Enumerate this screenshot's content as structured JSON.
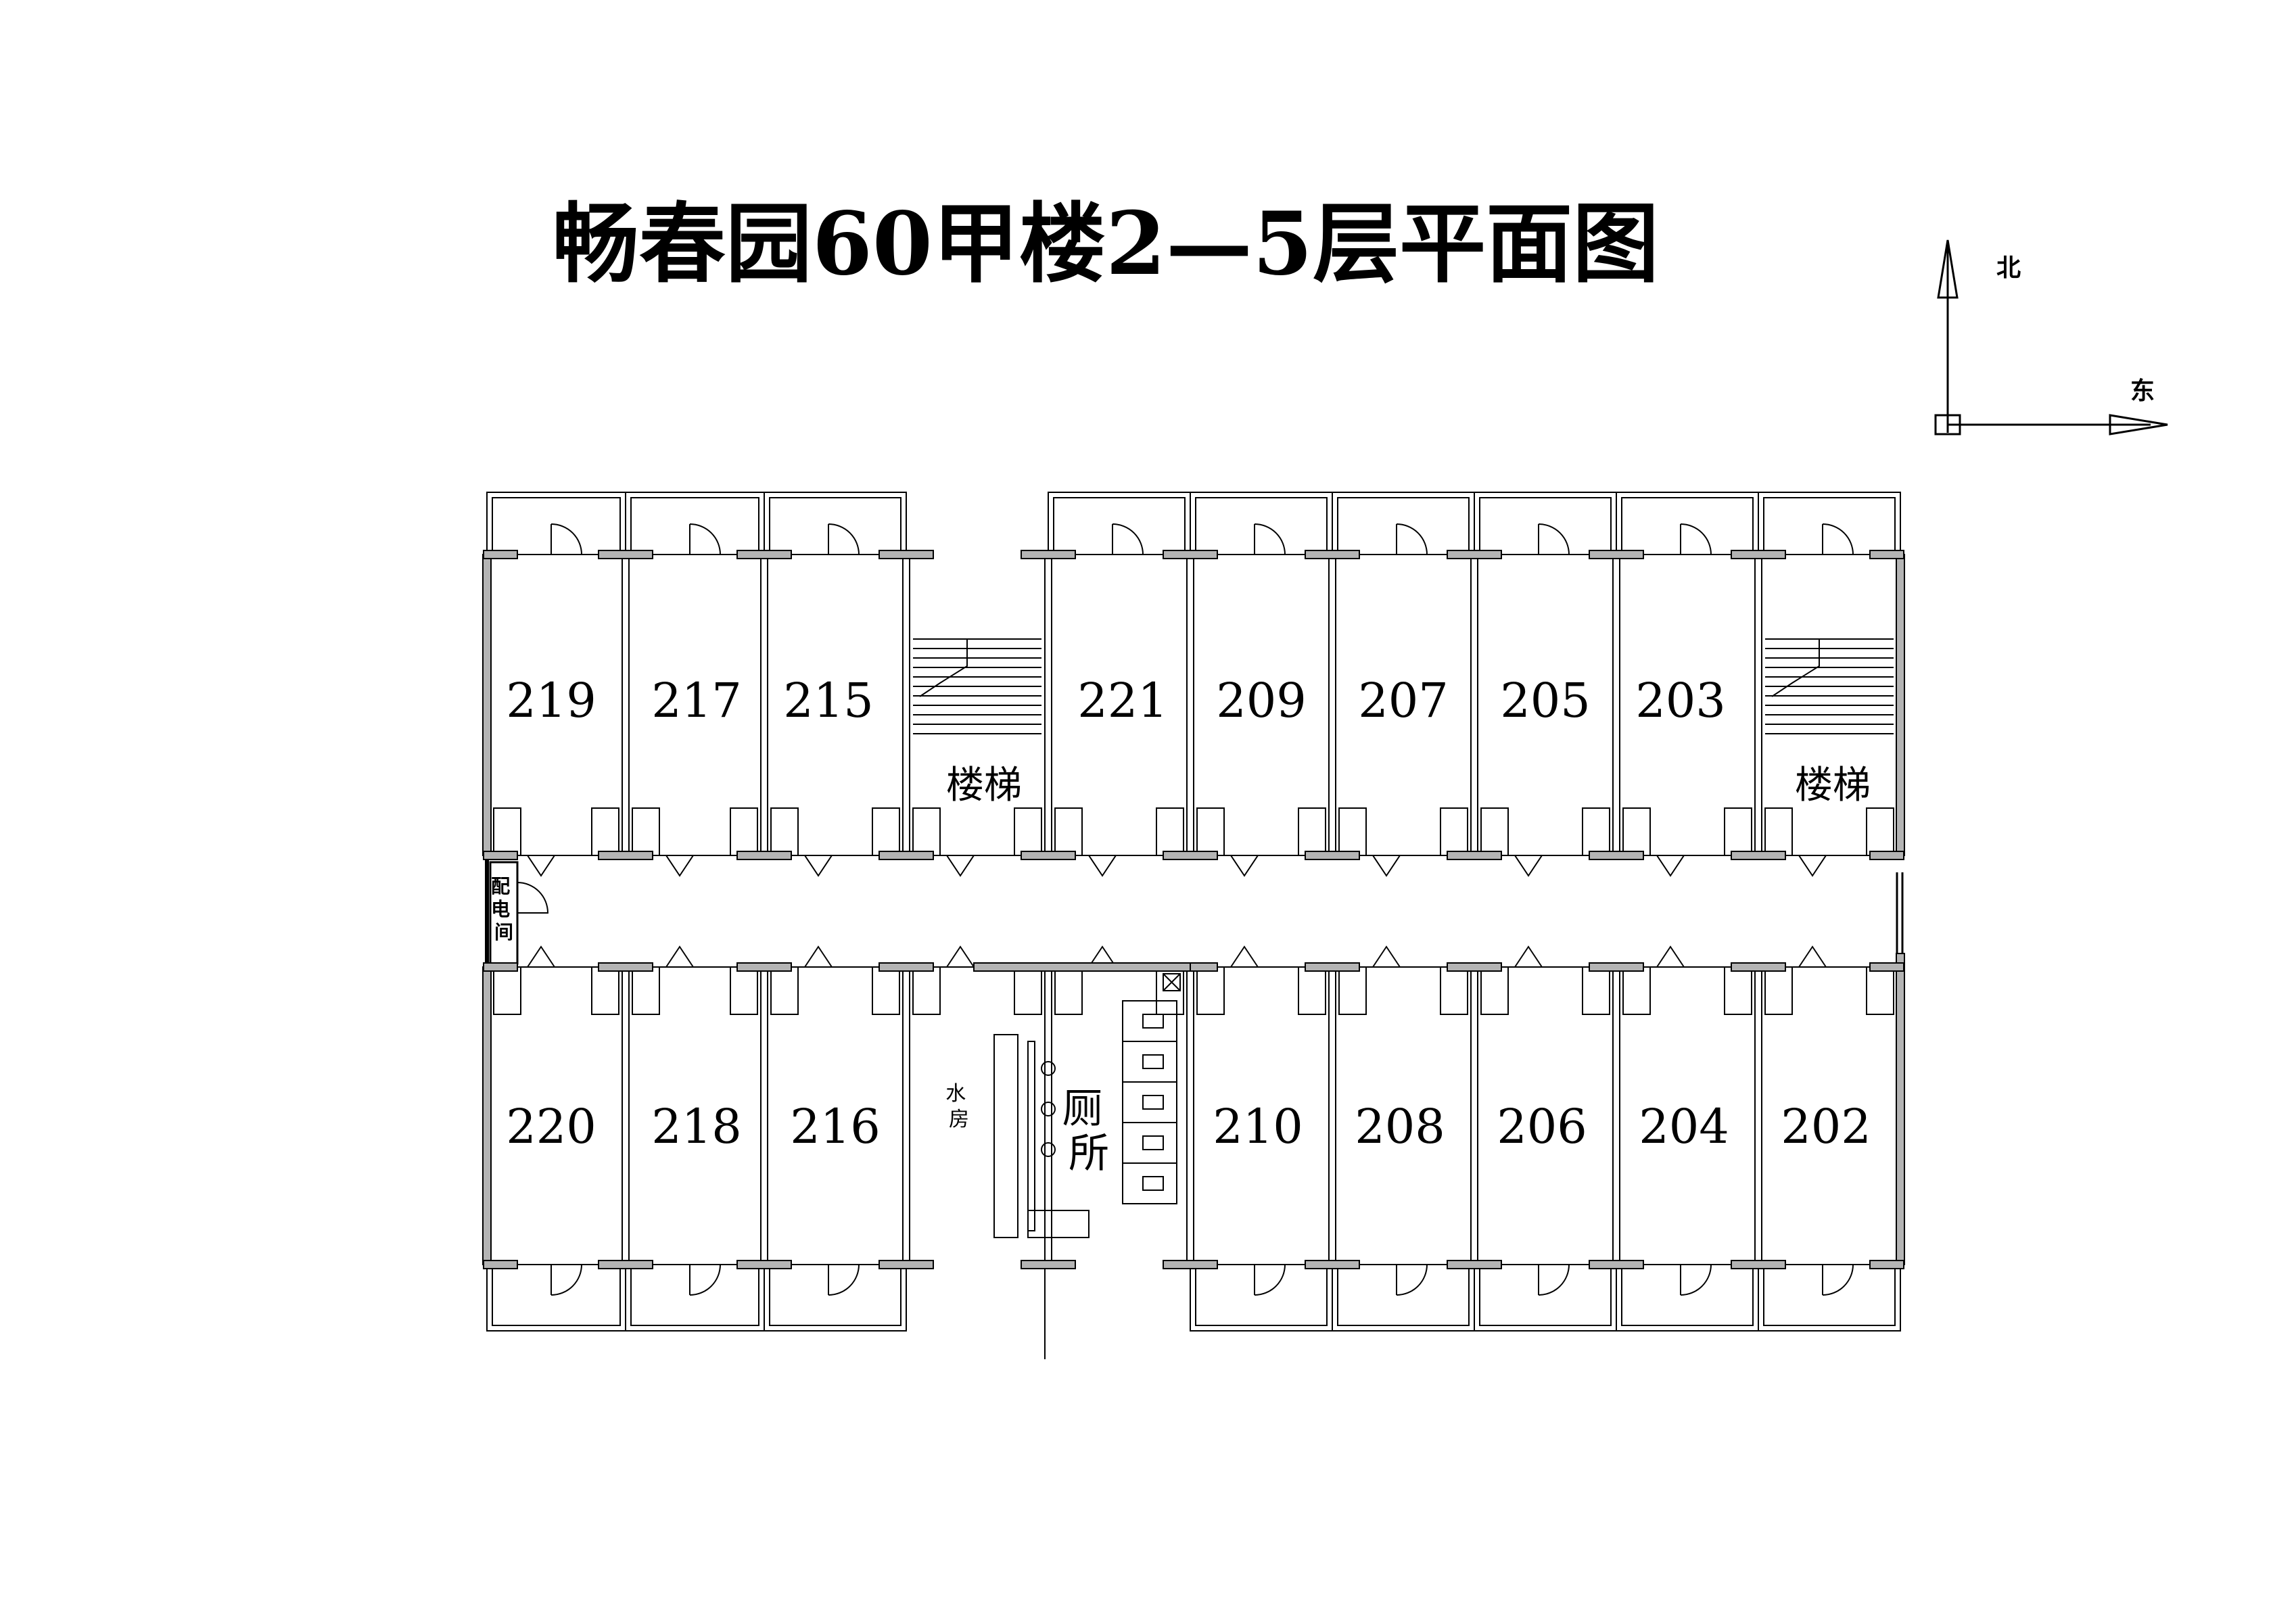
{
  "title": "畅春园60甲楼2—5层平面图",
  "compass": {
    "north": "北",
    "east": "东"
  },
  "rooms_north": [
    "219",
    "217",
    "215",
    "221",
    "209",
    "207",
    "205",
    "203"
  ],
  "rooms_south": [
    "220",
    "218",
    "216",
    "210",
    "208",
    "206",
    "204",
    "202"
  ],
  "labels": {
    "stair_west": "楼梯",
    "stair_east": "楼梯",
    "electric_room": "配电间",
    "water_room": "水房",
    "toilet": "厕所"
  },
  "colors": {
    "line": "#000000",
    "wall_fill": "#b4b4b4"
  }
}
